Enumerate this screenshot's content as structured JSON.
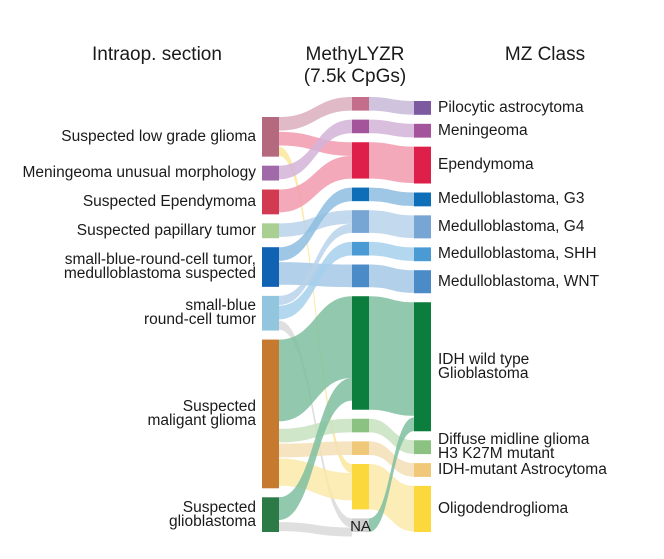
{
  "titles": {
    "left": "Intraop. section",
    "middle_line1": "MethyLYZR",
    "middle_line2": "(7.5k CpGs)",
    "right": "MZ Class"
  },
  "left_nodes": [
    {
      "id": "lgg",
      "label": "Suspected low grade glioma",
      "color": "#b5697f",
      "value": 8
    },
    {
      "id": "men",
      "label": "Meningeoma unusual morphology",
      "color": "#a06aa8",
      "value": 3
    },
    {
      "id": "epe",
      "label": "Suspected Ependymoma",
      "color": "#d23a52",
      "value": 5
    },
    {
      "id": "pap",
      "label": "Suspected papillary tumor",
      "color": "#a9cf92",
      "value": 3
    },
    {
      "id": "srb_mb",
      "label": "small-blue-round-cell tumor,\nmedulloblastoma suspected",
      "color": "#1262b3",
      "value": 8
    },
    {
      "id": "srb",
      "label": "small-blue\nround-cell tumor",
      "color": "#92c6df",
      "value": 7
    },
    {
      "id": "mal",
      "label": "Suspected\nmaligant glioma",
      "color": "#c67a30",
      "value": 30
    },
    {
      "id": "gbm",
      "label": "Suspected\nglioblastoma",
      "color": "#2c7a45",
      "value": 7
    }
  ],
  "middle_nodes": [
    {
      "id": "pa",
      "color": "#c46e8c",
      "value": 3
    },
    {
      "id": "me",
      "color": "#a3549a",
      "value": 3
    },
    {
      "id": "ep",
      "color": "#de1f4a",
      "value": 8
    },
    {
      "id": "g3",
      "color": "#0e6fb8",
      "value": 3
    },
    {
      "id": "g4",
      "color": "#77a6d4",
      "value": 5
    },
    {
      "id": "shh",
      "color": "#4a9bd4",
      "value": 3
    },
    {
      "id": "wnt",
      "color": "#4a8bc8",
      "value": 5
    },
    {
      "id": "idhwt",
      "color": "#0b7d3c",
      "value": 25
    },
    {
      "id": "dmg",
      "color": "#8cc281",
      "value": 3
    },
    {
      "id": "idhmut",
      "color": "#f0c87a",
      "value": 3
    },
    {
      "id": "odg",
      "color": "#fbd93c",
      "value": 10
    },
    {
      "id": "na",
      "color": "#cfcfcf",
      "value": 3,
      "label": "NA"
    }
  ],
  "right_nodes": [
    {
      "id": "pa",
      "label": "Pilocytic astrocytoma",
      "color": "#7d5aa0",
      "value": 3
    },
    {
      "id": "me",
      "label": "Meningeoma",
      "color": "#a3549a",
      "value": 3
    },
    {
      "id": "ep",
      "label": "Ependymoma",
      "color": "#de1f4a",
      "value": 8
    },
    {
      "id": "g3",
      "label": "Medulloblastoma, G3",
      "color": "#0e6fb8",
      "value": 3
    },
    {
      "id": "g4",
      "label": "Medulloblastoma, G4",
      "color": "#77a6d4",
      "value": 5
    },
    {
      "id": "shh",
      "label": "Medulloblastoma, SHH",
      "color": "#4a9bd4",
      "value": 3
    },
    {
      "id": "wnt",
      "label": "Medulloblastoma, WNT",
      "color": "#4a8bc8",
      "value": 5
    },
    {
      "id": "idhwt",
      "label": "IDH wild type\nGlioblastoma",
      "color": "#0b7d3c",
      "value": 28
    },
    {
      "id": "dmg",
      "label": "Diffuse midline glioma\nH3 K27M mutant",
      "color": "#8cc281",
      "value": 3
    },
    {
      "id": "idhmut",
      "label": "IDH-mutant Astrocytoma",
      "color": "#f0c87a",
      "value": 3
    },
    {
      "id": "odg",
      "label": "Oligodendroglioma",
      "color": "#fbd93c",
      "value": 10
    }
  ],
  "flows_left_to_middle": [
    {
      "from": "lgg",
      "to": "pa",
      "value": 3,
      "color": "#dcaebe"
    },
    {
      "from": "lgg",
      "to": "me",
      "value": 0,
      "color": "#d4b3d8"
    },
    {
      "from": "lgg",
      "to": "ep",
      "value": 3,
      "color": "#f29aae"
    },
    {
      "from": "lgg",
      "to": "odg",
      "value": 2,
      "color": "#fbe69a"
    },
    {
      "from": "men",
      "to": "me",
      "value": 3,
      "color": "#d4b3d8"
    },
    {
      "from": "epe",
      "to": "ep",
      "value": 5,
      "color": "#f29aae"
    },
    {
      "from": "pap",
      "to": "ep",
      "value": 0,
      "color": "#f29aae"
    },
    {
      "from": "pap",
      "to": "g4",
      "value": 3,
      "color": "#b8d2ea"
    },
    {
      "from": "srb_mb",
      "to": "g3",
      "value": 3,
      "color": "#8dbde0"
    },
    {
      "from": "srb_mb",
      "to": "wnt",
      "value": 5,
      "color": "#a6c8e6"
    },
    {
      "from": "srb",
      "to": "g4",
      "value": 2,
      "color": "#b8d2ea"
    },
    {
      "from": "srb",
      "to": "shh",
      "value": 3,
      "color": "#a6d0ec"
    },
    {
      "from": "srb",
      "to": "na",
      "value": 2,
      "color": "#d9d9d9"
    },
    {
      "from": "mal",
      "to": "idhwt",
      "value": 18,
      "color": "#7fbfa0"
    },
    {
      "from": "mal",
      "to": "dmg",
      "value": 3,
      "color": "#c8e2c0"
    },
    {
      "from": "mal",
      "to": "idhmut",
      "value": 3,
      "color": "#f5dfb6"
    },
    {
      "from": "mal",
      "to": "odg",
      "value": 6,
      "color": "#fce9a8"
    },
    {
      "from": "gbm",
      "to": "idhwt",
      "value": 5,
      "color": "#7fbfa0"
    },
    {
      "from": "gbm",
      "to": "na",
      "value": 2,
      "color": "#d9d9d9"
    }
  ],
  "flows_middle_to_right": [
    {
      "from": "pa",
      "to": "pa",
      "value": 3,
      "color": "#c7b8d8"
    },
    {
      "from": "me",
      "to": "me",
      "value": 3,
      "color": "#d4b3d8"
    },
    {
      "from": "ep",
      "to": "ep",
      "value": 8,
      "color": "#f29aae"
    },
    {
      "from": "g3",
      "to": "g3",
      "value": 3,
      "color": "#8dbde0"
    },
    {
      "from": "g4",
      "to": "g4",
      "value": 5,
      "color": "#b8d2ea"
    },
    {
      "from": "shh",
      "to": "shh",
      "value": 3,
      "color": "#a6d0ec"
    },
    {
      "from": "wnt",
      "to": "wnt",
      "value": 5,
      "color": "#a6c8e6"
    },
    {
      "from": "idhwt",
      "to": "idhwt",
      "value": 25,
      "color": "#7fbfa0"
    },
    {
      "from": "dmg",
      "to": "dmg",
      "value": 3,
      "color": "#c8e2c0"
    },
    {
      "from": "idhmut",
      "to": "idhmut",
      "value": 3,
      "color": "#f5dfb6"
    },
    {
      "from": "odg",
      "to": "odg",
      "value": 10,
      "color": "#fce9a8"
    },
    {
      "from": "na",
      "to": "idhwt",
      "value": 3,
      "color": "#7fbfa0"
    }
  ]
}
